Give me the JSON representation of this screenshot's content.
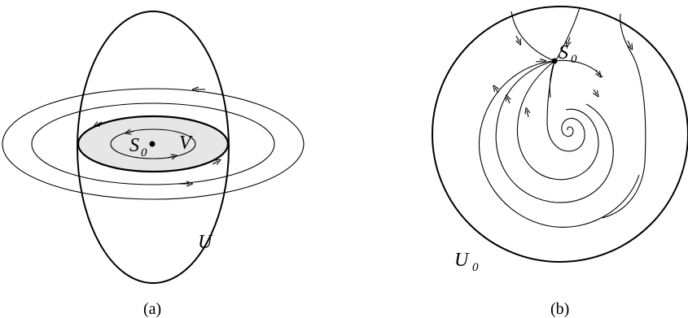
{
  "panel_a": {
    "caption": "(a)",
    "set_U": "U",
    "set_V": "V",
    "point": {
      "base": "S",
      "sub": "0"
    },
    "colors": {
      "region_fill": "#e6e6e6",
      "stroke": "#000000"
    }
  },
  "panel_b": {
    "caption": "(b)",
    "set_U0": {
      "base": "U",
      "sub": "0"
    },
    "point": {
      "base": "S",
      "sub": "0"
    },
    "colors": {
      "stroke": "#000000"
    }
  }
}
